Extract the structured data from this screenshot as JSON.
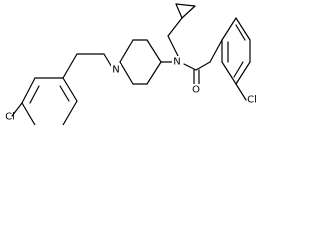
{
  "colors": {
    "bond": "#000000",
    "background": "#ffffff"
  },
  "atom_labels": {
    "cl_left": "Cl",
    "cl_right": "Cl",
    "n_piperidine": "N",
    "n_amide": "N",
    "o_carbonyl": "O"
  }
}
